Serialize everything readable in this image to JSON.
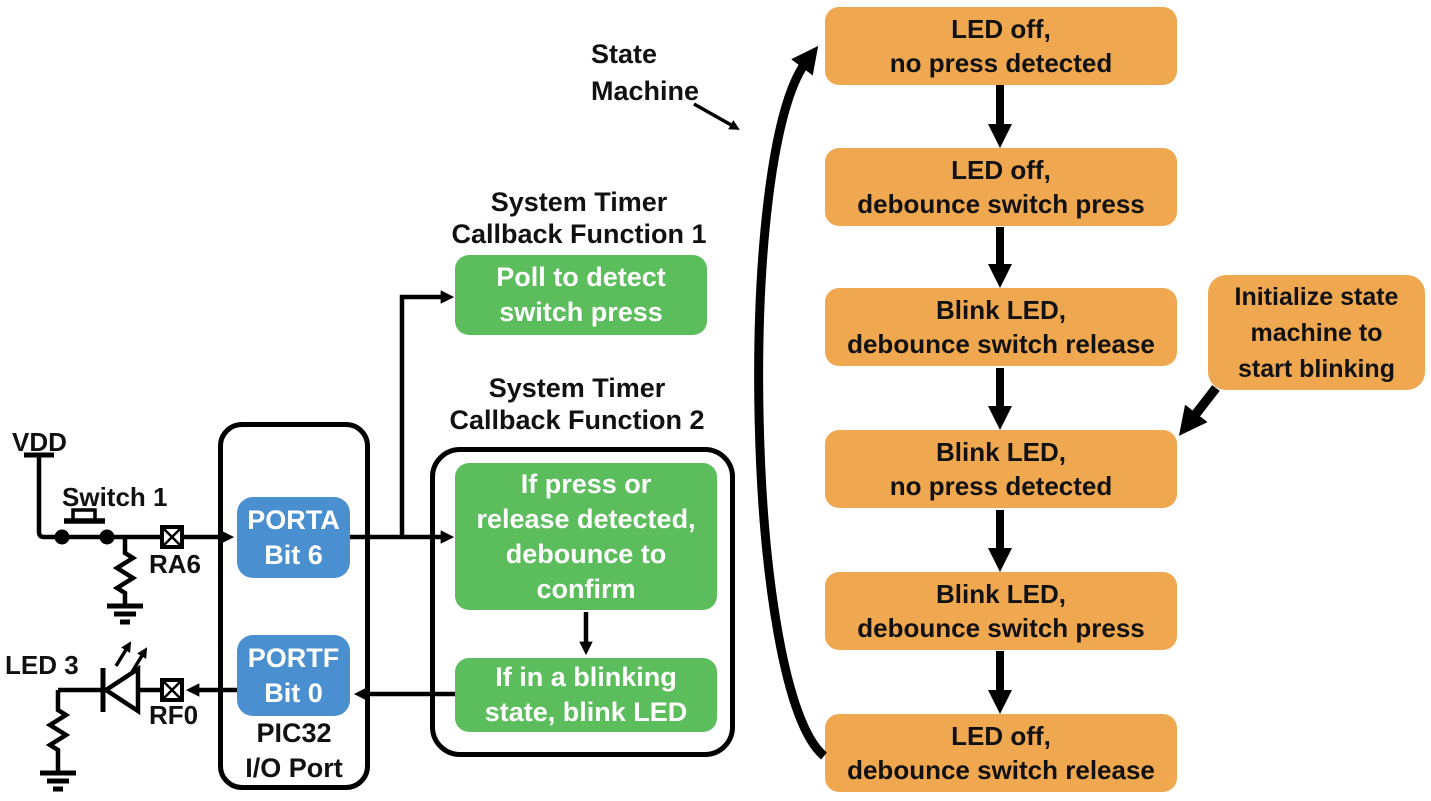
{
  "colors": {
    "orange": "#F0A850",
    "green": "#5CBD5C",
    "blue": "#4A90D0",
    "line": "#000000",
    "bg": "#FFFFFF"
  },
  "circuit": {
    "vdd_label": "VDD",
    "switch_label": "Switch 1",
    "pin1_label": "RA6",
    "led_label": "LED 3",
    "pin2_label": "RF0"
  },
  "pic32": {
    "name_lines": [
      "PIC32",
      "I/O Port"
    ],
    "porta_lines": [
      "PORTA",
      "Bit 6"
    ],
    "portf_lines": [
      "PORTF",
      "Bit 0"
    ]
  },
  "callback1": {
    "title_lines": [
      "System Timer",
      "Callback Function 1"
    ],
    "action_lines": [
      "Poll to detect",
      "switch press"
    ]
  },
  "callback2": {
    "title_lines": [
      "System Timer",
      "Callback Function 2"
    ],
    "action1_lines": [
      "If press or",
      "release detected,",
      "debounce to",
      "confirm"
    ],
    "action2_lines": [
      "If in a blinking",
      "state, blink LED"
    ]
  },
  "state_machine": {
    "label_lines": [
      "State",
      "Machine"
    ],
    "states": [
      {
        "line1": "LED off,",
        "line2": "no press detected"
      },
      {
        "line1": "LED off,",
        "line2": "debounce switch press"
      },
      {
        "line1": "Blink LED,",
        "line2": "debounce switch release"
      },
      {
        "line1": "Blink LED,",
        "line2": "no press detected"
      },
      {
        "line1": "Blink LED,",
        "line2": "debounce switch press"
      },
      {
        "line1": "LED off,",
        "line2": "debounce switch release"
      }
    ],
    "init_lines": [
      "Initialize state",
      "machine to",
      "start blinking"
    ]
  }
}
